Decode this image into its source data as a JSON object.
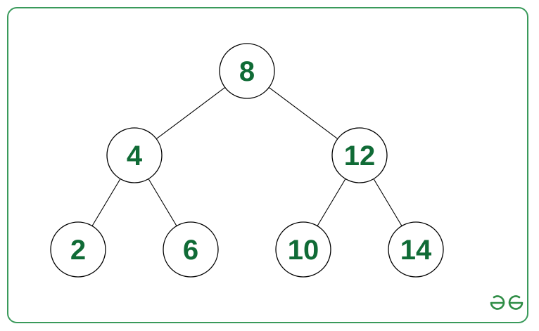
{
  "diagram": {
    "type": "binary-search-tree",
    "nodes": [
      {
        "id": "n8",
        "label": "8",
        "depth": 0,
        "order": 3
      },
      {
        "id": "n4",
        "label": "4",
        "depth": 1,
        "order": 1
      },
      {
        "id": "n12",
        "label": "12",
        "depth": 1,
        "order": 5
      },
      {
        "id": "n2",
        "label": "2",
        "depth": 2,
        "order": 0
      },
      {
        "id": "n6",
        "label": "6",
        "depth": 2,
        "order": 2
      },
      {
        "id": "n10",
        "label": "10",
        "depth": 2,
        "order": 4
      },
      {
        "id": "n14",
        "label": "14",
        "depth": 2,
        "order": 6
      }
    ],
    "edges": [
      {
        "from": "n8",
        "to": "n4"
      },
      {
        "from": "n8",
        "to": "n12"
      },
      {
        "from": "n4",
        "to": "n2"
      },
      {
        "from": "n4",
        "to": "n6"
      },
      {
        "from": "n12",
        "to": "n10"
      },
      {
        "from": "n12",
        "to": "n14"
      }
    ]
  },
  "colors": {
    "frame_border": "#3a9a5b",
    "node_text": "#106b36",
    "node_stroke": "#000000",
    "logo": "#2f8d46"
  },
  "logo": {
    "icon": "geeksforgeeks-logo-icon",
    "text": "GG"
  }
}
